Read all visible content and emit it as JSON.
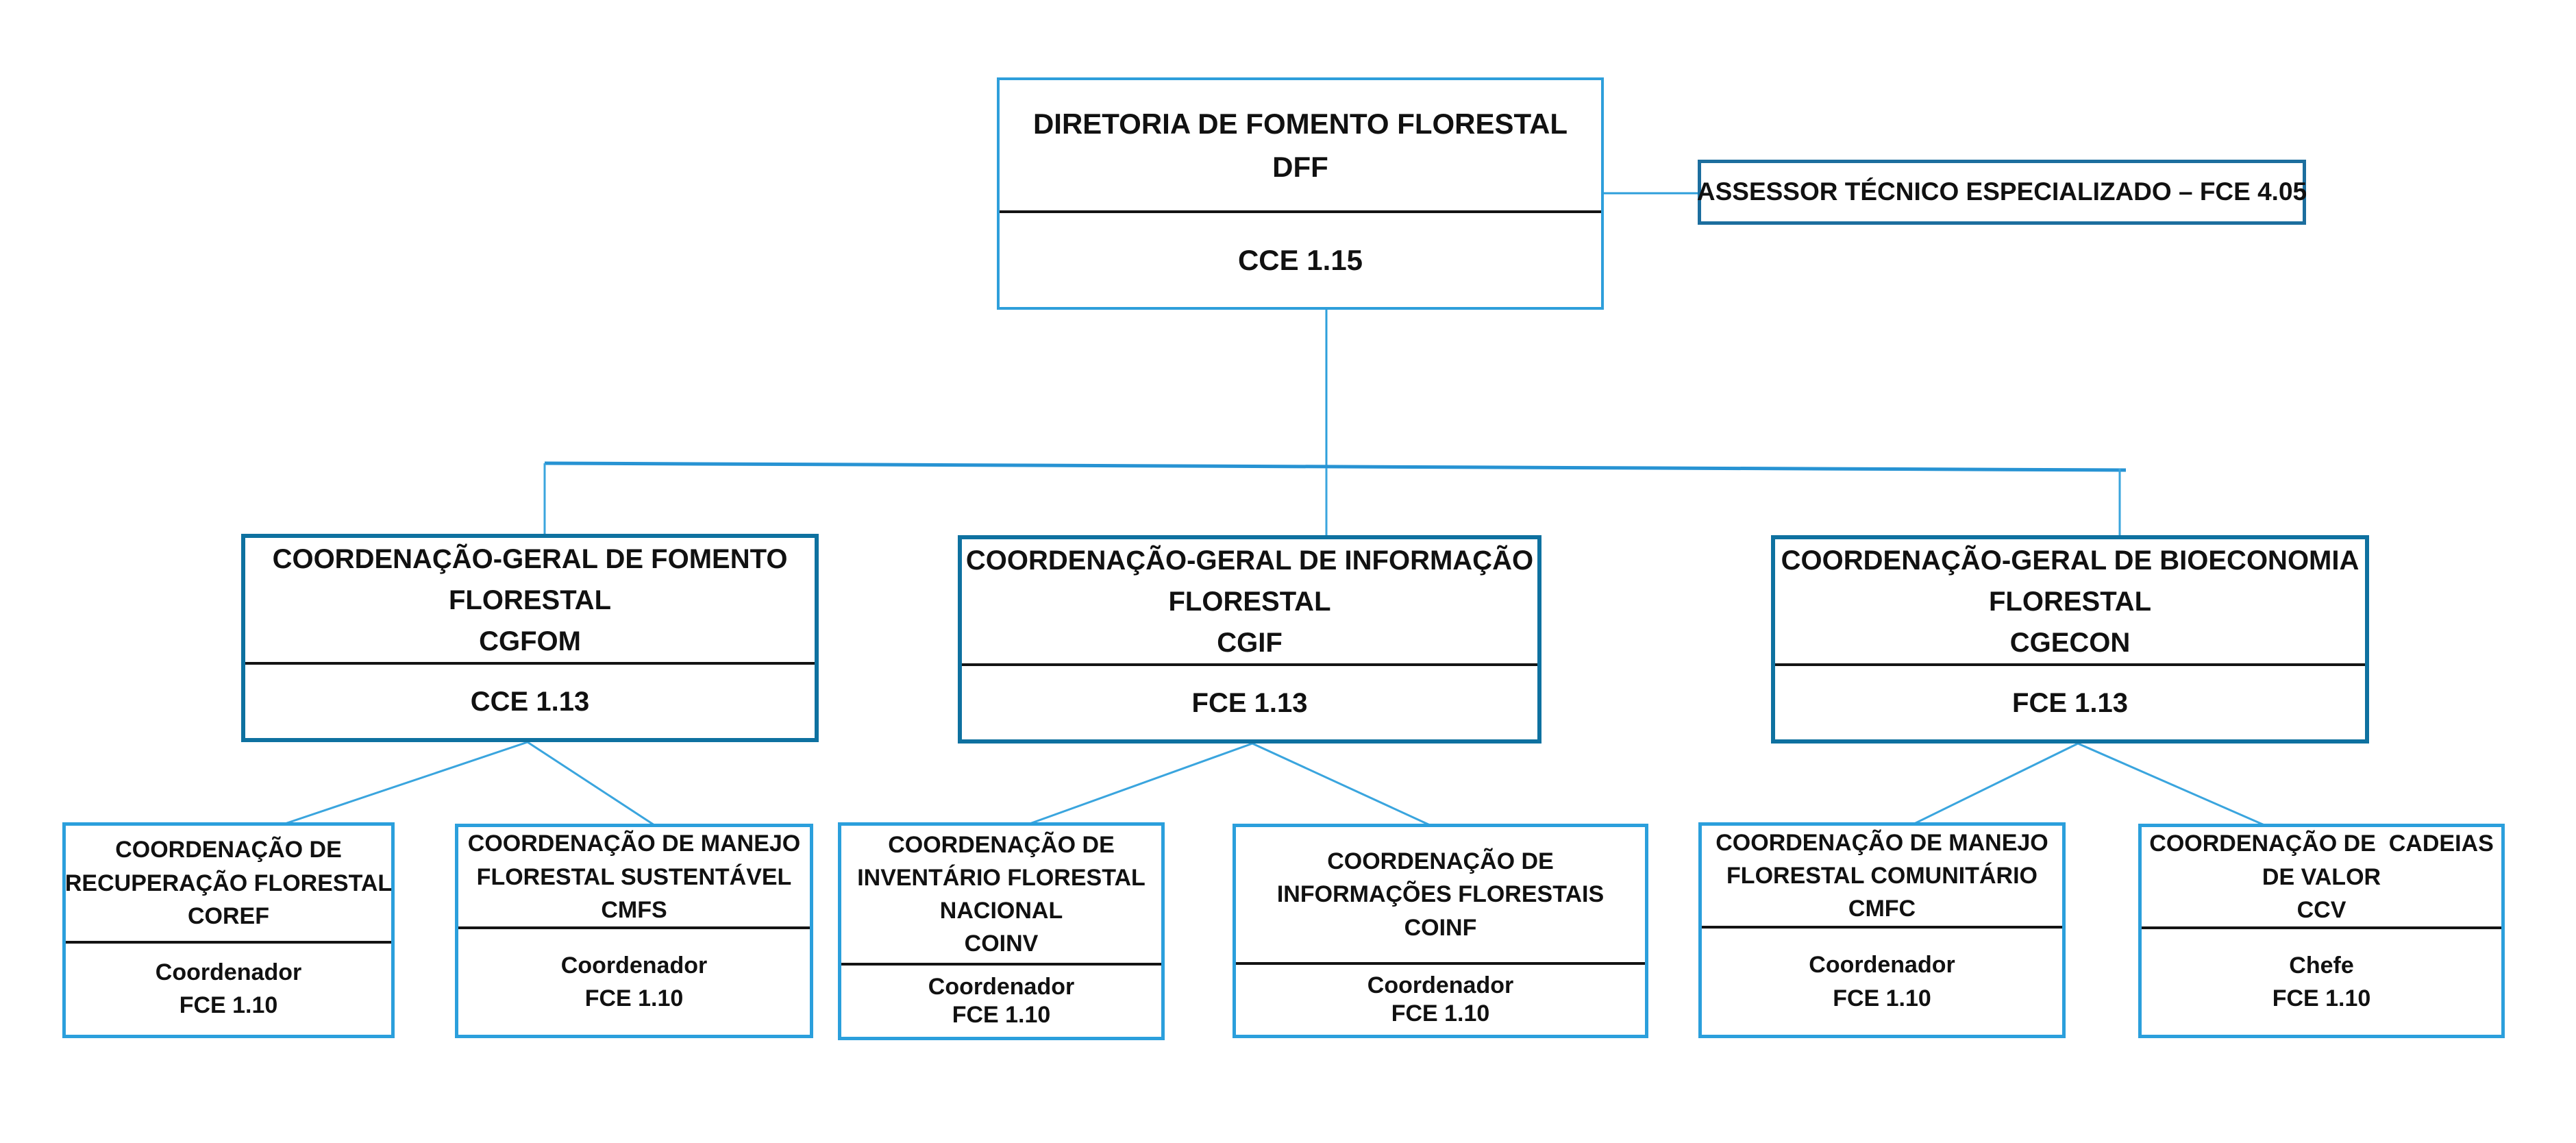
{
  "diagram": {
    "type": "org-chart",
    "structure": {
      "root": "dff",
      "staff_of_root": [
        "assessor"
      ],
      "children": {
        "dff": [
          "cgfom",
          "cgif",
          "cgecon"
        ],
        "cgfom": [
          "coref",
          "cmfs"
        ],
        "cgif": [
          "coinv",
          "coinf"
        ],
        "cgecon": [
          "cmfc",
          "ccv"
        ]
      }
    }
  },
  "colors": {
    "light_box_border": "#2B9FDC",
    "dark_box_border": "#0E71A0",
    "assessor_box_border": "#1C6E9E",
    "connector_line": "#2E9FDB",
    "divider_line": "#141414",
    "text": "#111111",
    "background": "#FFFFFF"
  },
  "boxes": {
    "dff": {
      "lines": [
        "DIRETORIA DE FOMENTO FLORESTAL",
        "DFF"
      ],
      "role": [
        "CCE 1.15"
      ]
    },
    "assessor": {
      "lines": [
        "ASSESSOR TÉCNICO ESPECIALIZADO – FCE 4.05"
      ]
    },
    "cgfom": {
      "lines": [
        "COORDENAÇÃO-GERAL DE FOMENTO",
        "FLORESTAL",
        "CGFOM"
      ],
      "role": [
        "CCE 1.13"
      ]
    },
    "cgif": {
      "lines": [
        "COORDENAÇÃO-GERAL DE INFORMAÇÃO",
        "FLORESTAL",
        "CGIF"
      ],
      "role": [
        "FCE 1.13"
      ]
    },
    "cgecon": {
      "lines": [
        "COORDENAÇÃO-GERAL DE BIOECONOMIA",
        "FLORESTAL",
        "CGECON"
      ],
      "role": [
        "FCE 1.13"
      ]
    },
    "coref": {
      "lines": [
        "COORDENAÇÃO DE",
        "RECUPERAÇÃO FLORESTAL",
        "COREF"
      ],
      "role": [
        "Coordenador",
        "FCE 1.10"
      ]
    },
    "cmfs": {
      "lines": [
        "COORDENAÇÃO DE MANEJO",
        "FLORESTAL SUSTENTÁVEL",
        "CMFS"
      ],
      "role": [
        "Coordenador",
        "FCE 1.10"
      ]
    },
    "coinv": {
      "lines": [
        "COORDENAÇÃO DE",
        "INVENTÁRIO FLORESTAL",
        "NACIONAL",
        "COINV"
      ],
      "role": [
        "Coordenador",
        "FCE 1.10"
      ]
    },
    "coinf": {
      "lines": [
        "COORDENAÇÃO DE",
        "INFORMAÇÕES FLORESTAIS",
        "COINF"
      ],
      "role": [
        "Coordenador",
        "FCE 1.10"
      ]
    },
    "cmfc": {
      "lines": [
        "COORDENAÇÃO DE MANEJO",
        "FLORESTAL COMUNITÁRIO",
        "CMFC"
      ],
      "role": [
        "Coordenador",
        "FCE 1.10"
      ]
    },
    "ccv": {
      "lines": [
        "COORDENAÇÃO DE  CADEIAS",
        "DE VALOR",
        "CCV"
      ],
      "role": [
        "Chefe",
        "FCE 1.10"
      ]
    }
  }
}
